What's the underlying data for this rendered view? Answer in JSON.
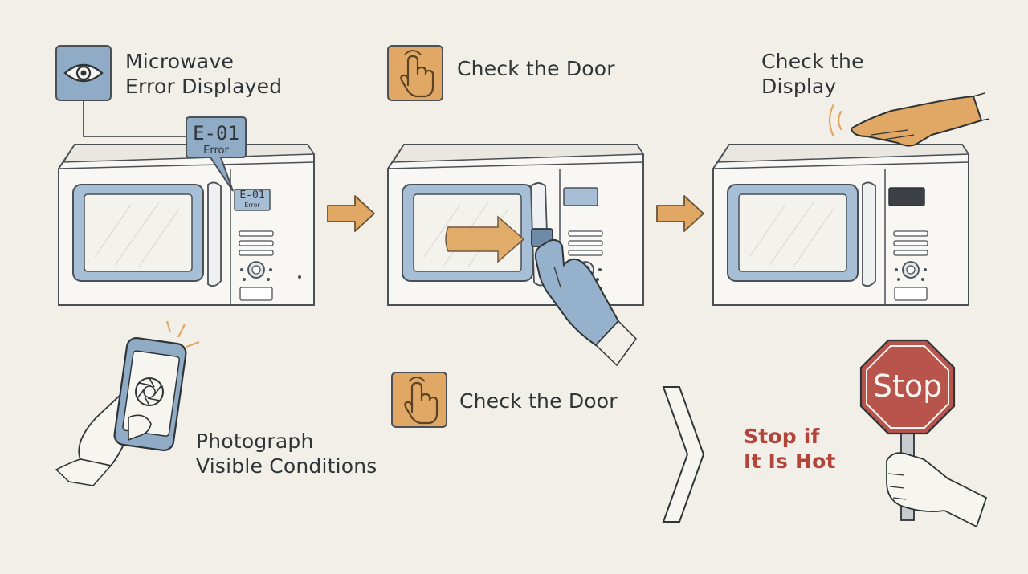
{
  "steps": {
    "error_displayed": {
      "line1": "Microwave",
      "line2": "Error Displayed"
    },
    "check_door_top": {
      "label": "Check the Door"
    },
    "check_display": {
      "line1": "Check the",
      "line2": "Display"
    },
    "photograph": {
      "line1": "Photograph",
      "line2": "Visible Conditions"
    },
    "check_door_bottom": {
      "label": "Check the Door"
    },
    "stop_if_hot": {
      "line1": "Stop if",
      "line2": "It Is Hot"
    }
  },
  "error_callout": {
    "code": "E-01",
    "text": "Error"
  },
  "panel_display": {
    "code": "E-01",
    "text": "Error"
  },
  "stop_sign": {
    "text": "Stop"
  },
  "icons": {
    "error_displayed": "eye-icon",
    "check_door": "touch-hand-icon",
    "photograph": "camera-shutter-icon",
    "stop": "stop-sign-icon"
  },
  "colors": {
    "background": "#f1efe8",
    "blue_accent": "#8fabc6",
    "orange_accent": "#e0a864",
    "stop_red": "#b8544c",
    "warning_text": "#b2443a",
    "line": "#4b5054"
  }
}
